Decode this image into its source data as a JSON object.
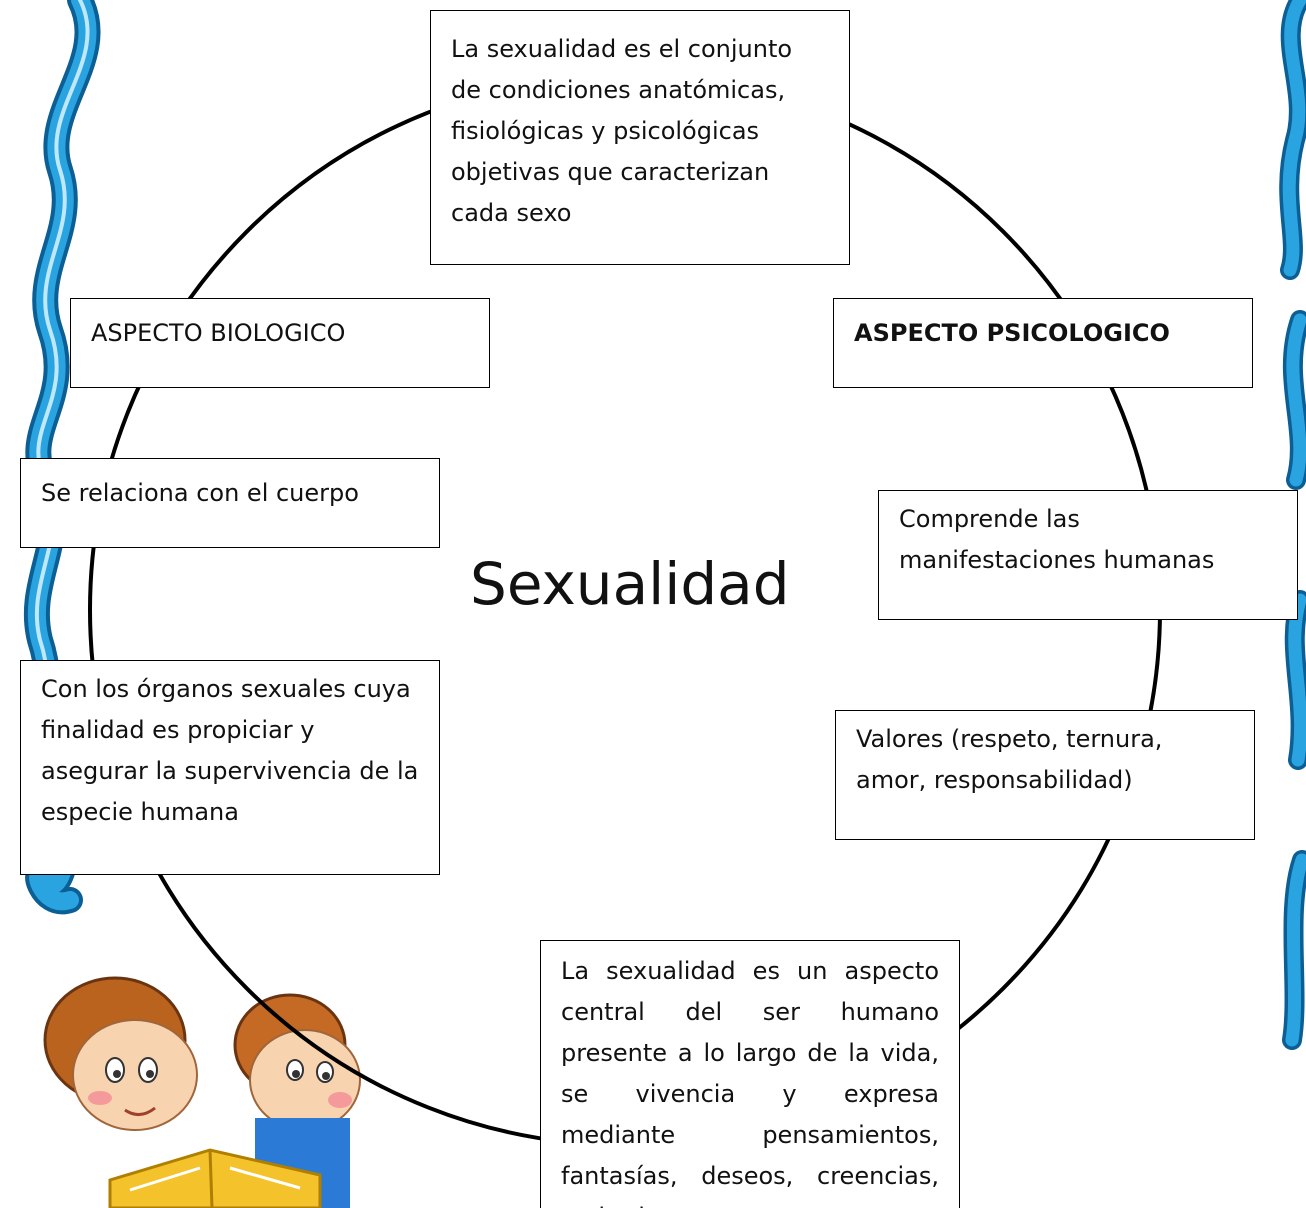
{
  "diagram": {
    "center_title": "Sexualidad",
    "boxes": {
      "definition": "La sexualidad es el conjunto de condiciones anatómicas, fisiológicas y psicológicas objetivas que caracterizan cada sexo",
      "biological_heading": "ASPECTO BIOLOGICO",
      "psychological_heading": "ASPECTO PSICOLOGICO",
      "body_relation": "Se relaciona con el cuerpo",
      "human_manifestations": "Comprende las manifestaciones humanas",
      "sexual_organs": "Con los órganos sexuales cuya finalidad es propiciar y asegurar la supervivencia de la especie humana",
      "values": "Valores (respeto, ternura, amor, responsabilidad)",
      "central_aspect": "La sexualidad es un aspecto central del ser humano presente a lo largo de la vida, se vivencia y expresa mediante pensamientos, fantasías, deseos, creencias, actitudes,"
    }
  },
  "colors": {
    "ribbon": "#2aa4e0",
    "ribbon_outline": "#0b5f95",
    "circle": "#000000"
  },
  "decor": {
    "left_ribbon": "blue-ribbon-decoration",
    "right_ribbon": "blue-ribbon-decoration",
    "illustration": "children-reading-book-illustration"
  }
}
